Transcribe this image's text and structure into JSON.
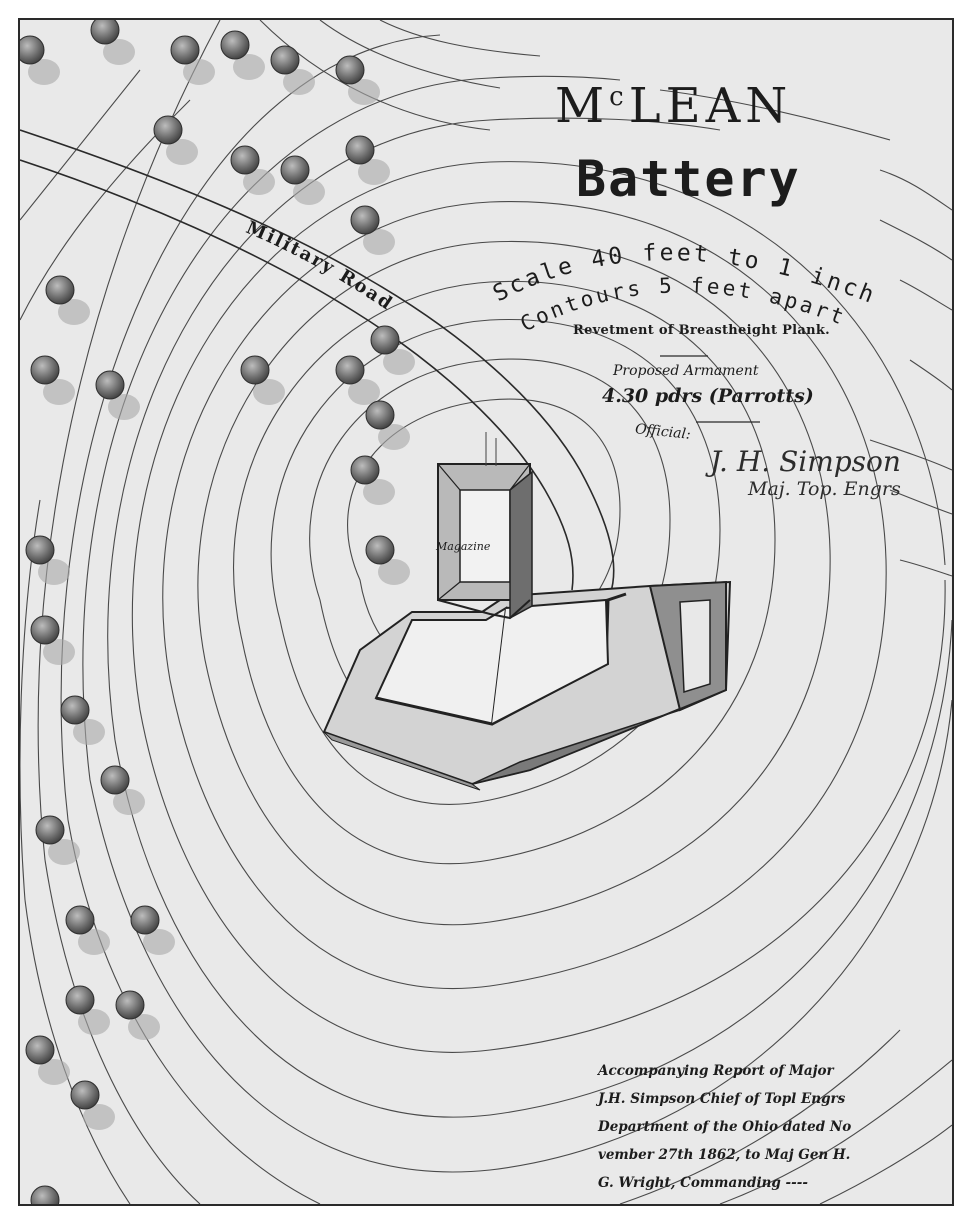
{
  "title": {
    "line1_prefix": "M",
    "line1_sup": "c",
    "line1_rest": "LEAN",
    "line2": "Battery"
  },
  "scale_line": "Scale 40 feet to 1 inch",
  "contour_line": "Contours 5 feet apart",
  "revetment": "Revetment of Breastheight Plank.",
  "armament": {
    "heading": "Proposed Armament",
    "guns": "4.30 pdrs (Parrotts)"
  },
  "official": {
    "label": "Official:",
    "name": "J. H. Simpson",
    "rank": "Maj. Top. Engrs"
  },
  "road_label": "Military Road",
  "magazine_label": "Magazine",
  "report": [
    "Accompanying Report of Major",
    "J.H. Simpson Chief of Topl Engrs",
    "Department of the Ohio dated No",
    "vember 27th 1862, to Maj Gen H.",
    "G. Wright, Commanding ----"
  ],
  "colors": {
    "paper": "#e9e9e9",
    "ink": "#1c1c1c",
    "tree": "#7a7a7a"
  }
}
